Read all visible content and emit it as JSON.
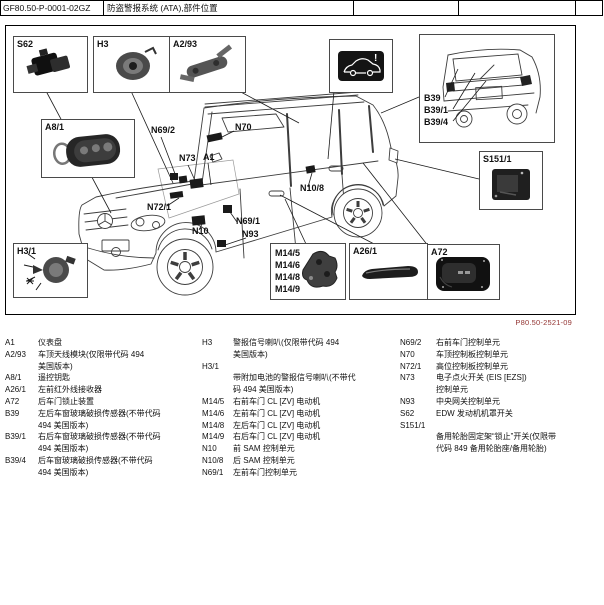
{
  "header": {
    "doc_code": "GF80.50-P-0001-02GZ",
    "title": "防盗警报系统 (ATA),部件位置"
  },
  "figure": {
    "number": "P80.50-2521-09"
  },
  "colors": {
    "figure_number": "#943634",
    "line": "#3d3d3d"
  },
  "callouts": {
    "s62": "S62",
    "h3": "H3",
    "a2_93": "A2/93",
    "a8_1": "A8/1",
    "h3_1": "H3/1",
    "m14": [
      "M14/5",
      "M14/6",
      "M14/8",
      "M14/9"
    ],
    "a26_1": "A26/1",
    "a72": "A72",
    "s151_1": "S151/1",
    "b39": [
      "B39",
      "B39/1",
      "B39/4"
    ],
    "alarm_exclamation": "!"
  },
  "car_labels": {
    "n69_2": "N69/2",
    "n70": "N70",
    "n73": "N73",
    "a1": "A1",
    "n72_1": "N72/1",
    "n10": "N10",
    "n69_1": "N69/1",
    "n93": "N93",
    "n10_8": "N10/8"
  },
  "legend": {
    "columns": [
      {
        "entries": [
          {
            "code": "A1",
            "lines": [
              "仪表盘"
            ]
          },
          {
            "code": "A2/93",
            "lines": [
              "车顶天线模块(仅限带代码 494",
              "美国版本)"
            ]
          },
          {
            "code": "A8/1",
            "lines": [
              "遥控钥匙"
            ]
          },
          {
            "code": "A26/1",
            "lines": [
              "左前红外线接收器"
            ]
          },
          {
            "code": "A72",
            "lines": [
              "后车门锁止装置"
            ]
          },
          {
            "code": "B39",
            "lines": [
              "左后车窗玻璃破损传感器(不带代码",
              "494  美国版本)"
            ]
          },
          {
            "code": "B39/1",
            "lines": [
              "右后车窗玻璃破损传感器(不带代码",
              "494 美国版本)"
            ]
          },
          {
            "code": "B39/4",
            "lines": [
              "后车窗玻璃破损传感器(不带代码",
              "494 美国版本)"
            ]
          }
        ]
      },
      {
        "entries": [
          {
            "code": "H3",
            "lines": [
              "警报信号喇叭(仅限带代码 494",
              "美国版本)"
            ]
          },
          {
            "code": "H3/1",
            "lines": [
              "",
              "带附加电池的警报信号喇叭(不带代",
              "码 494 美国版本)"
            ]
          },
          {
            "code": "M14/5",
            "lines": [
              "右前车门 CL [ZV] 电动机"
            ]
          },
          {
            "code": "M14/6",
            "lines": [
              "左前车门 CL [ZV] 电动机"
            ]
          },
          {
            "code": "M14/8",
            "lines": [
              "左后车门 CL [ZV] 电动机"
            ]
          },
          {
            "code": "M14/9",
            "lines": [
              "右后车门 CL [ZV] 电动机"
            ]
          },
          {
            "code": "N10",
            "lines": [
              "前 SAM 控制单元"
            ]
          },
          {
            "code": "N10/8",
            "lines": [
              "后 SAM 控制单元"
            ]
          },
          {
            "code": "N69/1",
            "lines": [
              "左前车门控制单元"
            ]
          }
        ]
      },
      {
        "entries": [
          {
            "code": "N69/2",
            "lines": [
              "右前车门控制单元"
            ]
          },
          {
            "code": "N70",
            "lines": [
              "车顶控制板控制单元"
            ]
          },
          {
            "code": "N72/1",
            "lines": [
              "高位控制板控制单元"
            ]
          },
          {
            "code": "N73",
            "lines": [
              "电子点火开关 (EIS [EZS])",
              "控制单元"
            ]
          },
          {
            "code": "N93",
            "lines": [
              "中央网关控制单元"
            ]
          },
          {
            "code": "S62",
            "lines": [
              "EDW 发动机机罩开关"
            ]
          },
          {
            "code": "S151/1",
            "lines": [
              "",
              "备用轮胎固定架“锁止”开关(仅限带",
              "代码 849 备用轮胎座/备用轮胎)"
            ]
          }
        ]
      }
    ]
  }
}
